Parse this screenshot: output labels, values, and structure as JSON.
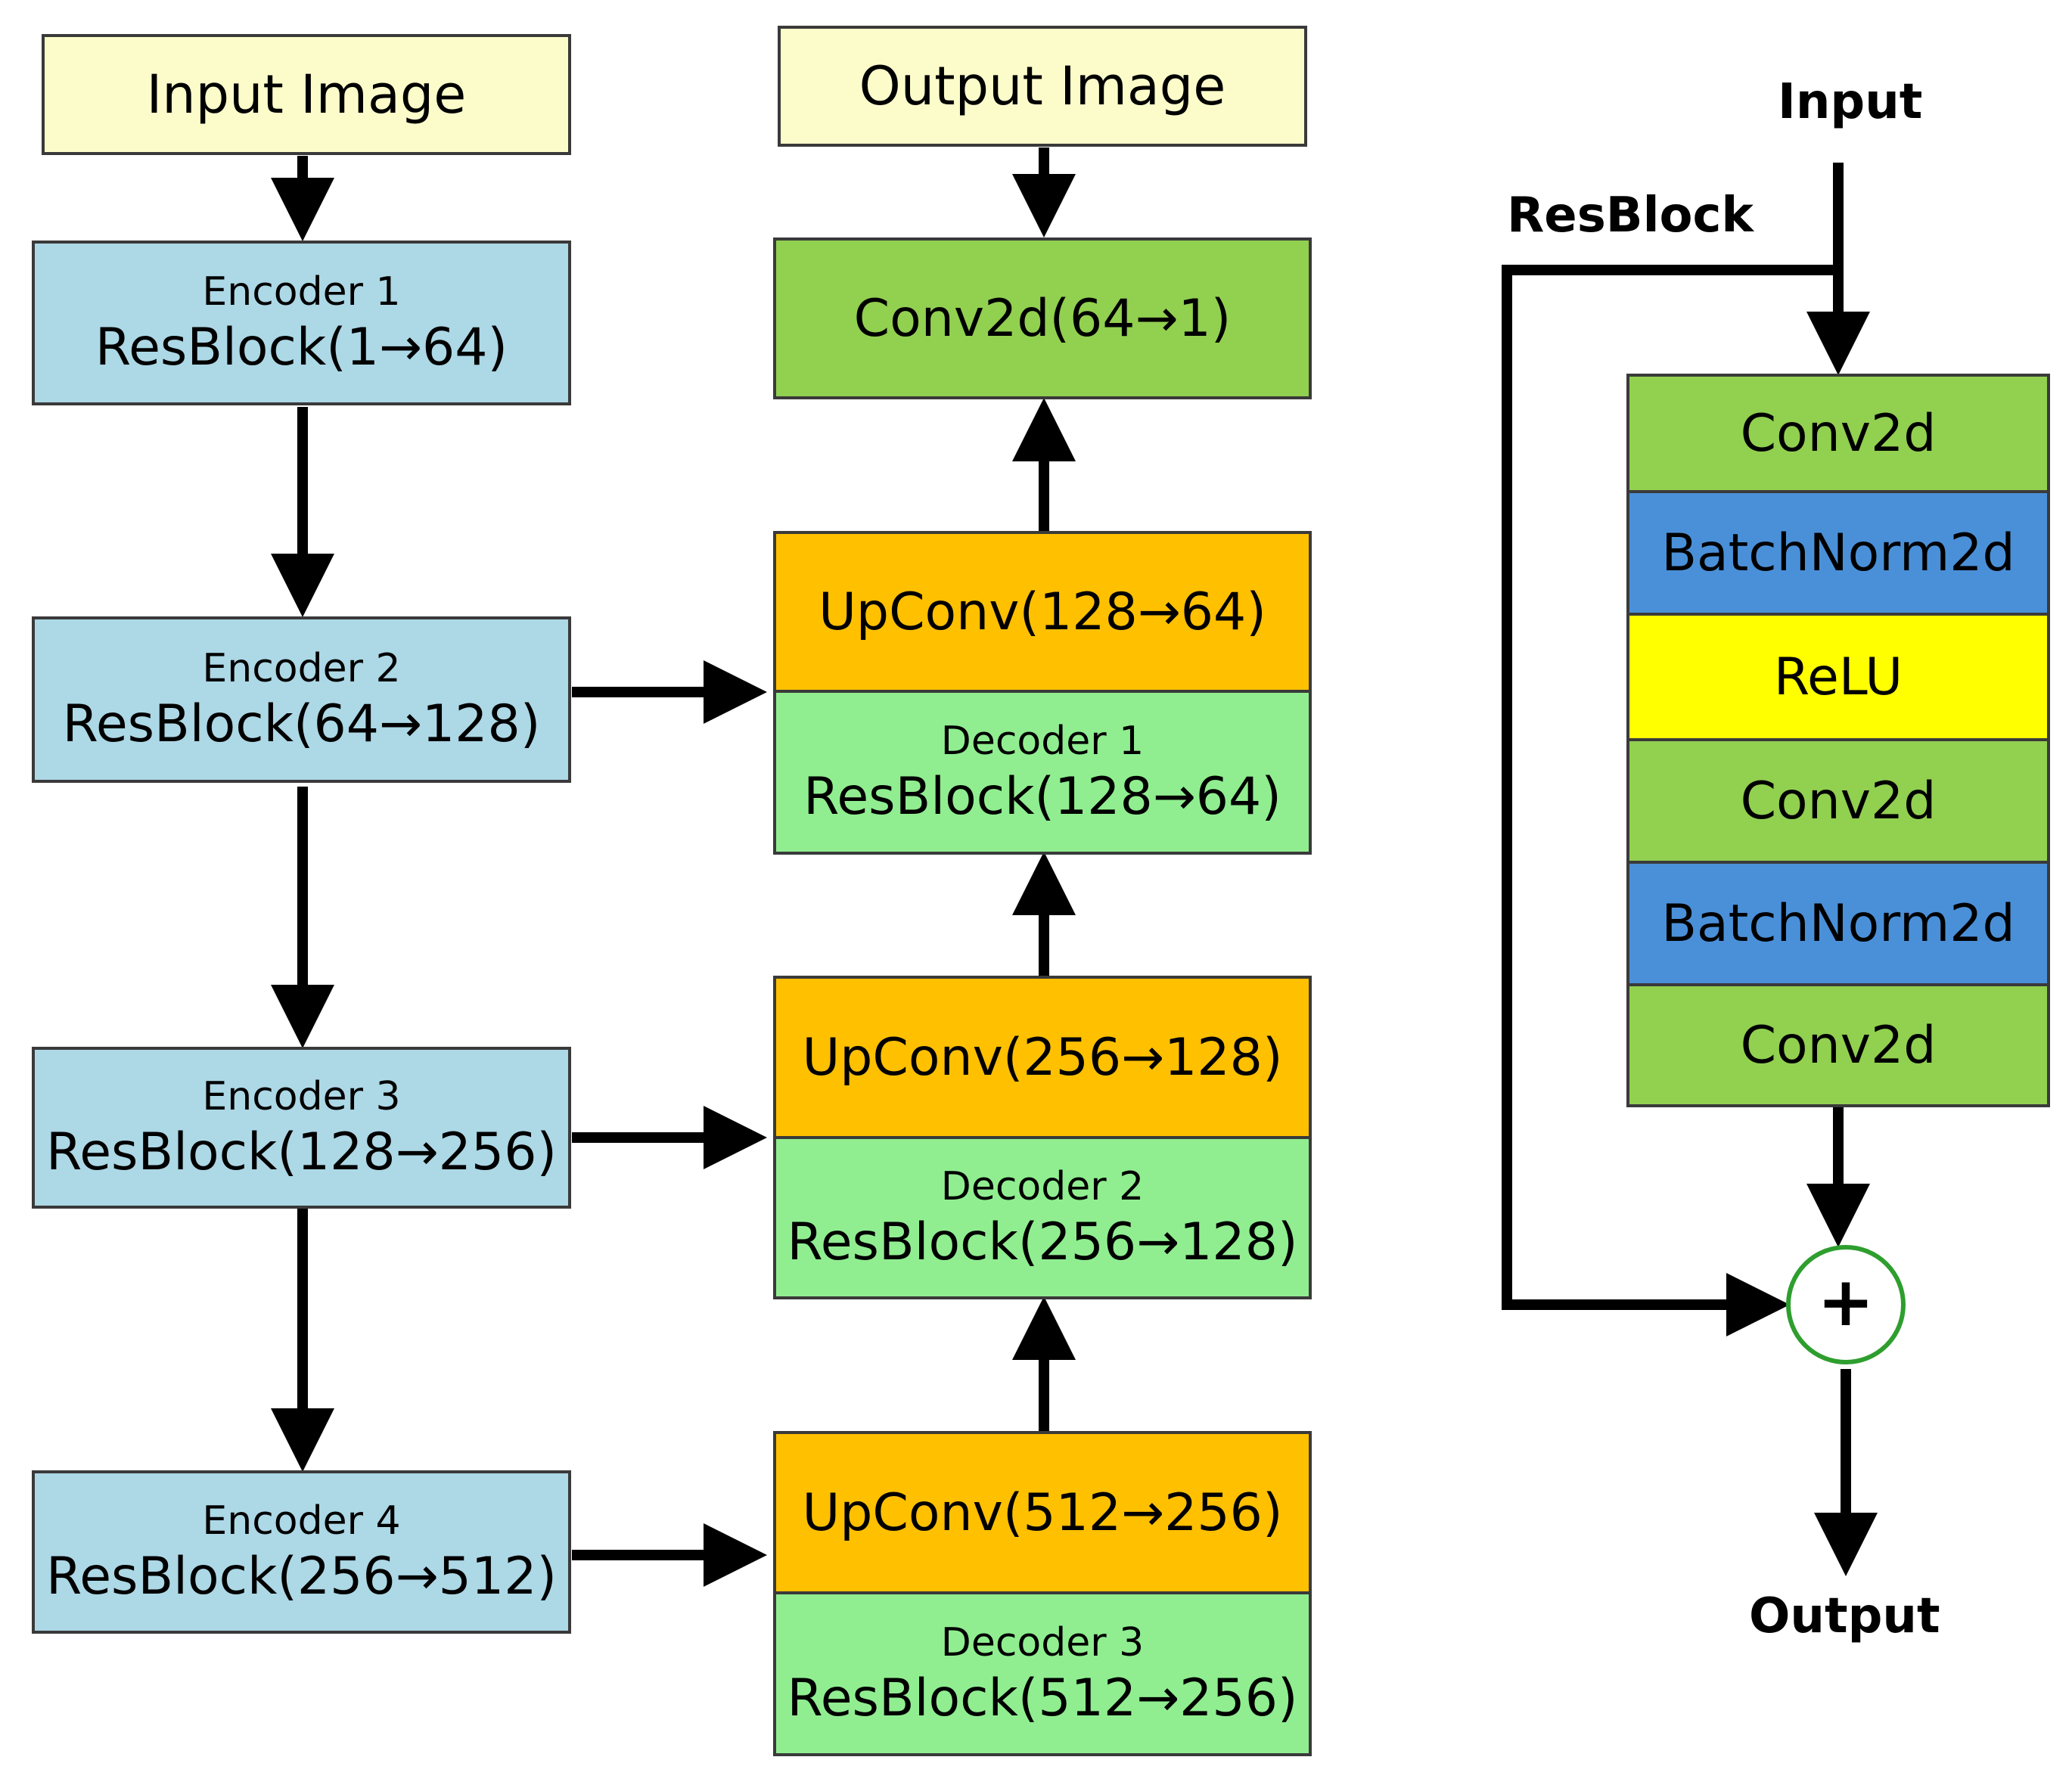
{
  "unet": {
    "input": "Input Image",
    "output": "Output Image",
    "encoders": [
      {
        "name": "Encoder 1",
        "block": "ResBlock(1→64)"
      },
      {
        "name": "Encoder 2",
        "block": "ResBlock(64→128)"
      },
      {
        "name": "Encoder 3",
        "block": "ResBlock(128→256)"
      },
      {
        "name": "Encoder 4",
        "block": "ResBlock(256→512)"
      }
    ],
    "final_conv": "Conv2d(64→1)",
    "upconvs": [
      "UpConv(128→64)",
      "UpConv(256→128)",
      "UpConv(512→256)"
    ],
    "decoders": [
      {
        "name": "Decoder 1",
        "block": "ResBlock(128→64)"
      },
      {
        "name": "Decoder 2",
        "block": "ResBlock(256→128)"
      },
      {
        "name": "Decoder 3",
        "block": "ResBlock(512→256)"
      }
    ]
  },
  "resblock": {
    "title": "ResBlock",
    "input_label": "Input",
    "output_label": "Output",
    "layers": [
      "Conv2d",
      "BatchNorm2d",
      "ReLU",
      "Conv2d",
      "BatchNorm2d",
      "Conv2d"
    ],
    "sum_symbol": "+"
  },
  "colors": {
    "io": "#fcfccb",
    "encoder": "#add8e6",
    "decoder": "#90ee90",
    "upconv": "#ffc000",
    "conv": "#92d050",
    "batchnorm": "#4a90d9",
    "relu": "#ffff00",
    "sum_circle": "#2e9e2e"
  }
}
